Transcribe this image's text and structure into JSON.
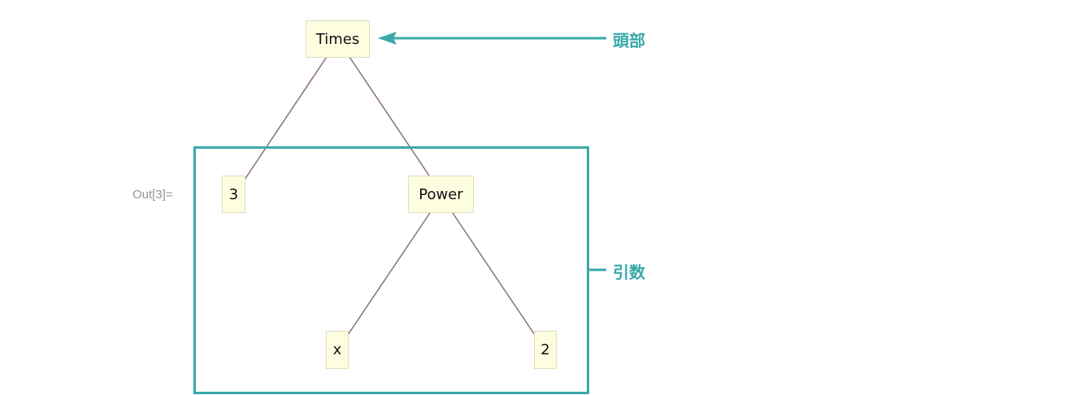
{
  "output_label": "Out[3]=",
  "tree": {
    "nodes": [
      {
        "id": "times",
        "label": "Times"
      },
      {
        "id": "three",
        "label": "3"
      },
      {
        "id": "power",
        "label": "Power"
      },
      {
        "id": "x",
        "label": "x"
      },
      {
        "id": "two",
        "label": "2"
      }
    ],
    "edges": [
      {
        "from": "times",
        "to": "three"
      },
      {
        "from": "times",
        "to": "power"
      },
      {
        "from": "power",
        "to": "x"
      },
      {
        "from": "power",
        "to": "two"
      }
    ]
  },
  "annotations": {
    "head_label": "頭部",
    "arguments_label": "引数"
  },
  "colors": {
    "annotation": "#3aa9aa",
    "edge": "#8a6e72",
    "node_fill": "#fdfde0",
    "node_border": "#dedcbc"
  }
}
